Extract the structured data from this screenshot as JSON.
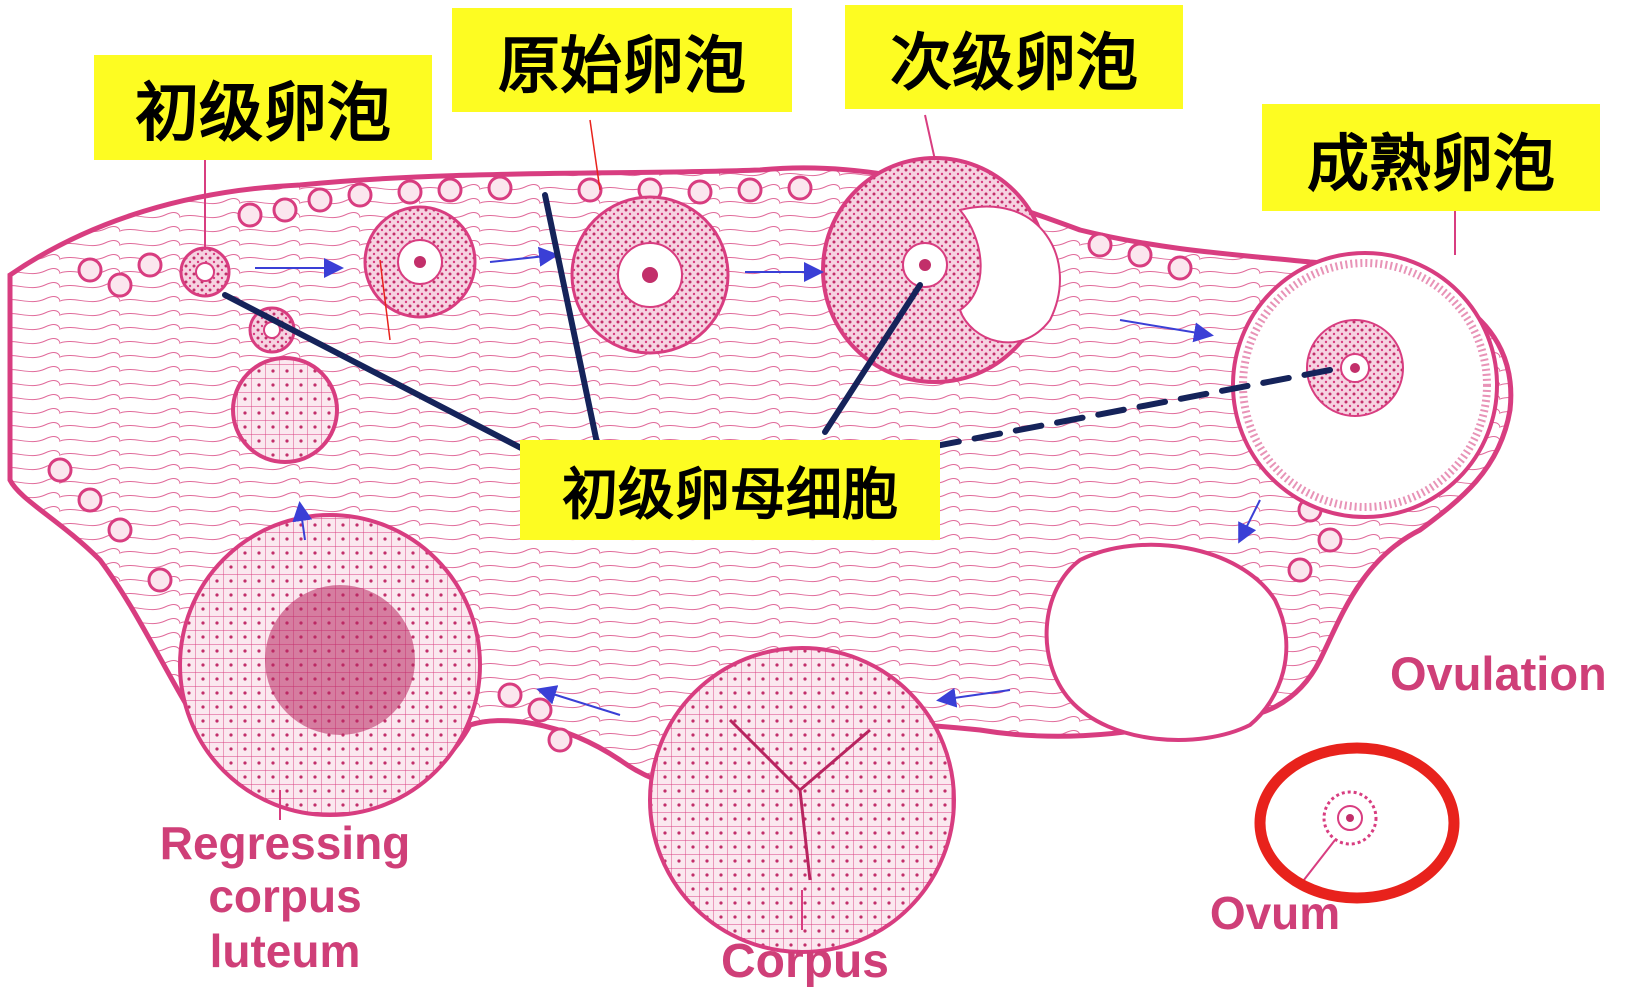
{
  "labels_cn": {
    "primary_follicle": "初级卵泡",
    "primordial_follicle": "原始卵泡",
    "secondary_follicle": "次级卵泡",
    "mature_follicle": "成熟卵泡",
    "primary_oocyte": "初级卵母细胞"
  },
  "labels_en": {
    "ovulation": "Ovulation",
    "regressing": "Regressing",
    "corpus": "corpus",
    "luteum": "luteum",
    "ovum": "Ovum",
    "corpus_bottom": "Corpus"
  },
  "colors": {
    "tissue": "#d83d80",
    "tissue_fill": "#fbe6ee",
    "label_bg": "#fdfc22",
    "pointer_line": "#15235a",
    "arrow": "#3a3fd6",
    "highlight_circle": "#e8221c",
    "english_text": "#cf3f78"
  }
}
